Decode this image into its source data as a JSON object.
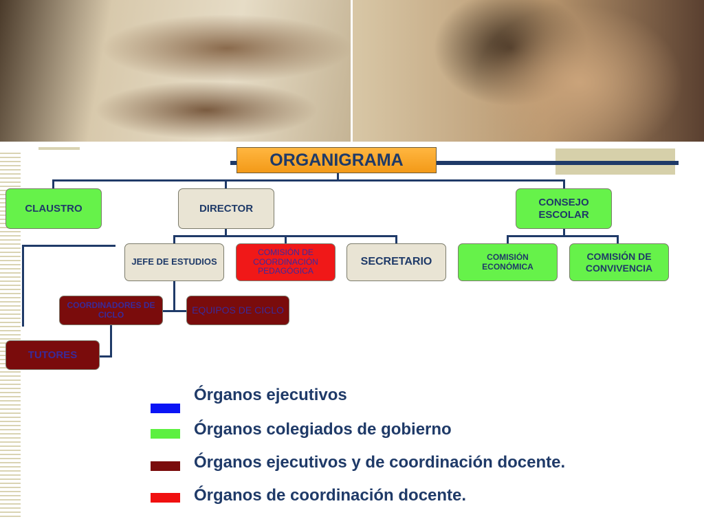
{
  "title": "ORGANIGRAMA",
  "boxes": {
    "claustro": "CLAUSTRO",
    "director": "DIRECTOR",
    "consejo_escolar": "CONSEJO ESCOLAR",
    "jefe_estudios": "JEFE DE ESTUDIOS",
    "comision_coordinacion": "COMISIÓN DE COORDINACIÓN PEDAGÓGICA",
    "secretario": "SECRETARIO",
    "comision_economica": "COMISIÓN ECONÓMICA",
    "comision_convivencia": "COMISIÓN DE CONVIVENCIA",
    "coordinadores_ciclo": "COORDINADORES DE CICLO",
    "equipos_ciclo": "EQUIPOS DE CICLO",
    "tutores": "TUTORES"
  },
  "legend": [
    {
      "label": "Órganos ejecutivos",
      "color": "#0a14f5"
    },
    {
      "label": "Órganos colegiados de gobierno",
      "color": "#5cf040"
    },
    {
      "label": "Órganos ejecutivos y de coordinación docente.",
      "color": "#7a0c0c"
    },
    {
      "label": "Órganos de coordinación docente.",
      "color": "#f01010"
    }
  ],
  "colors": {
    "line": "#1f3a68",
    "beige": "#e9e4d4",
    "green": "#66f24a",
    "red": "#f01818",
    "maroon": "#7a0c0c",
    "orange": "#f39a18"
  }
}
